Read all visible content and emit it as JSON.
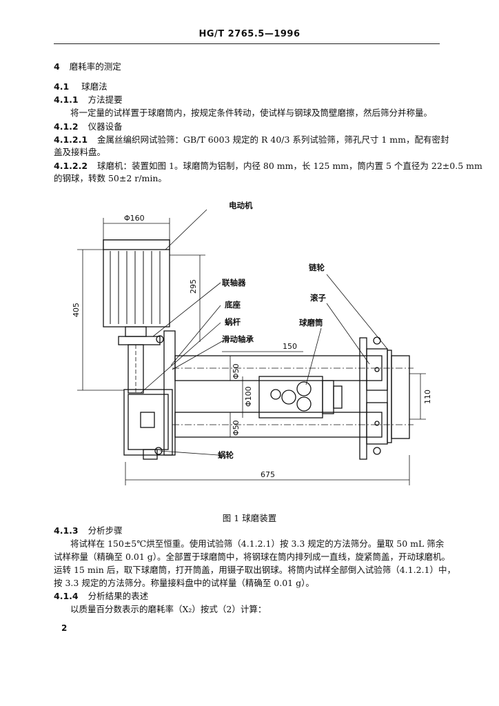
{
  "header": {
    "standard_no": "HG/T 2765.5—1996"
  },
  "section": {
    "num": "4",
    "title": "磨耗率的测定"
  },
  "s411": {
    "num": "4.1",
    "title": "球磨法"
  },
  "s4111": {
    "num": "4.1.1",
    "title": "方法提要"
  },
  "p1": "将一定量的试样置于球磨筒内，按规定条件转动，使试样与钢球及筒壁磨擦，然后筛分并称量。",
  "s4112": {
    "num": "4.1.2",
    "title": "仪器设备"
  },
  "s41121": {
    "num": "4.1.2.1",
    "line1": "金属丝编织网试验筛：GB/T 6003 规定的 R 40/3 系列试验筛，筛孔尺寸 1 mm，配有密封",
    "line2": "盖及接料盘。"
  },
  "s41122": {
    "num": "4.1.2.2",
    "line1": "球磨机：装置如图 1。球磨筒为铝制，内径 80 mm，长 125 mm，筒内置 5 个直径为 22±0.5 mm",
    "line2": "的钢球，转数 50±2 r/min。"
  },
  "figure": {
    "labels": {
      "motor": "电动机",
      "coupling": "联轴器",
      "base": "底座",
      "worm": "蜗杆",
      "sliding_bearing": "滑动轴承",
      "sprocket": "链轮",
      "roller": "滚子",
      "mill_drum": "球磨筒",
      "worm_wheel": "蜗轮"
    },
    "dims": {
      "d160": "Φ160",
      "h295": "295",
      "h405": "405",
      "l150": "150",
      "d50a": "Φ50",
      "d100": "Φ100",
      "d50b": "Φ50",
      "h110": "110",
      "l675": "675"
    }
  },
  "caption": "图 1   球磨装置",
  "s4113": {
    "num": "4.1.3",
    "title": "分析步骤",
    "line1": "将试样在 150±5℃烘至恒重。使用试验筛（4.1.2.1）按 3.3 规定的方法筛分。量取 50 mL 筛余",
    "line2": "试样称量（精确至 0.01 g）。全部置于球磨筒中，将钢球在筒内排列成一直线，旋紧筒盖，开动球磨机。",
    "line3": "运转 15 min 后，取下球磨筒，打开筒盖，用镊子取出钢球。将筒内试样全部倒入试验筛（4.1.2.1）中，",
    "line4": "按 3.3 规定的方法筛分。称量接料盘中的试样量（精确至 0.01 g）。"
  },
  "s4114": {
    "num": "4.1.4",
    "title": "分析结果的表述",
    "line1": "以质量百分数表示的磨耗率（X₂）按式（2）计算："
  },
  "page_number": "2"
}
